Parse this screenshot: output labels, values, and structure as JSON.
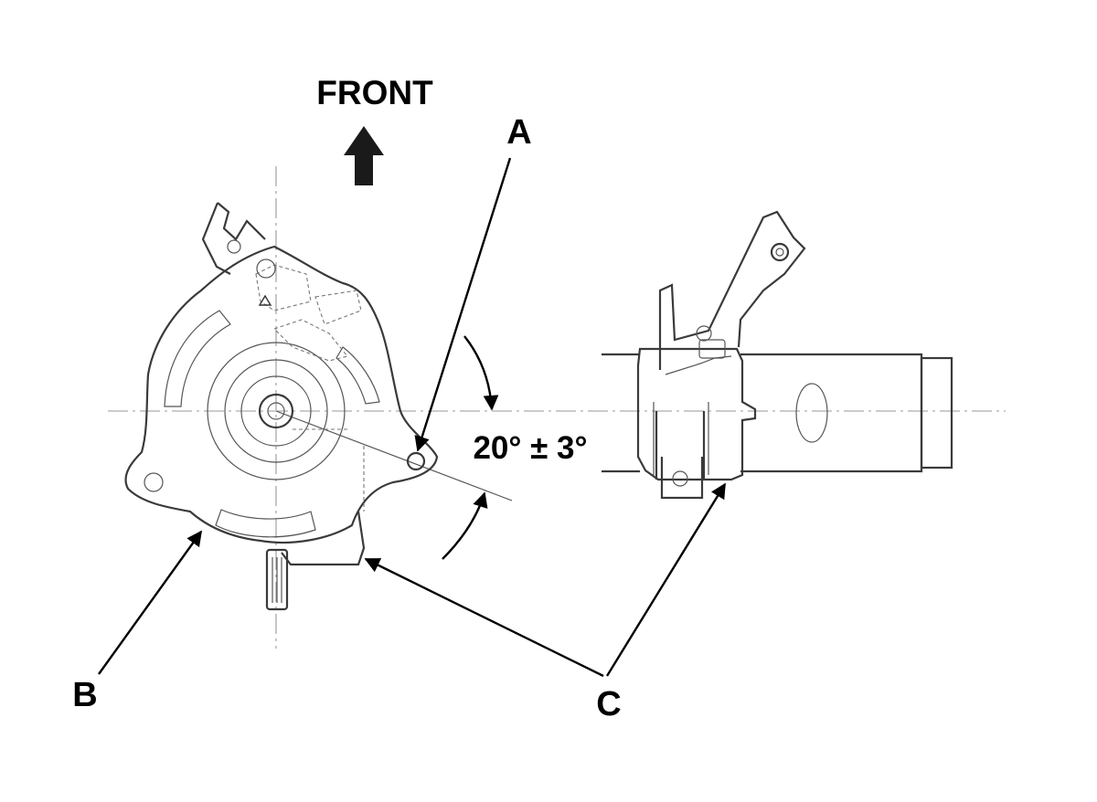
{
  "labels": {
    "front": "FRONT",
    "a": "A",
    "b": "B",
    "c": "C",
    "angle": "20° ± 3°"
  },
  "colors": {
    "line": "#3a3a3a",
    "text": "#000000",
    "background": "#ffffff"
  },
  "icons": {
    "front_arrow": "arrow-up-icon"
  }
}
